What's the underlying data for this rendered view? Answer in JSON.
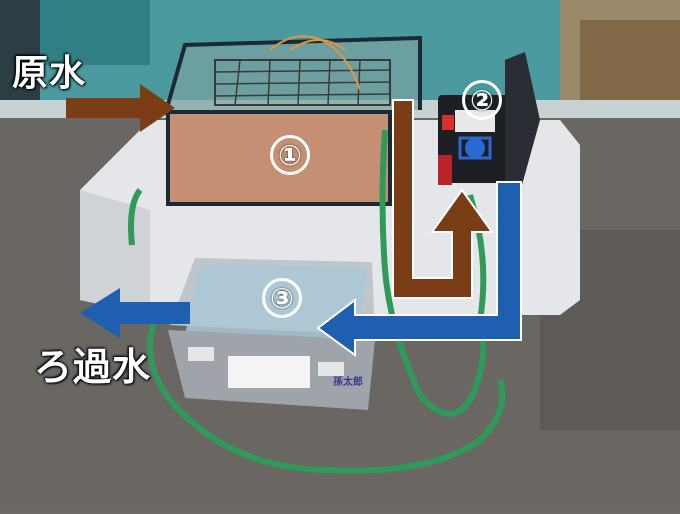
{
  "labels": {
    "raw_water": "原水",
    "filtered_water": "ろ過水",
    "num1": "①",
    "num2": "②",
    "num3": "③",
    "container_brand": "孫太郎"
  },
  "colors": {
    "brown_arrow": "#7a3d16",
    "blue_arrow": "#1f5fb0",
    "hose_green": "#2f9a5a",
    "wall_teal": "#4a9aa0",
    "tablecloth": "#e4e6ea",
    "container_gray": "#9ea4aa",
    "pump_black": "#1d1f24"
  },
  "icons": {
    "arrows": [
      "arrow-right-icon",
      "arrow-up-icon",
      "arrow-left-icon"
    ]
  }
}
